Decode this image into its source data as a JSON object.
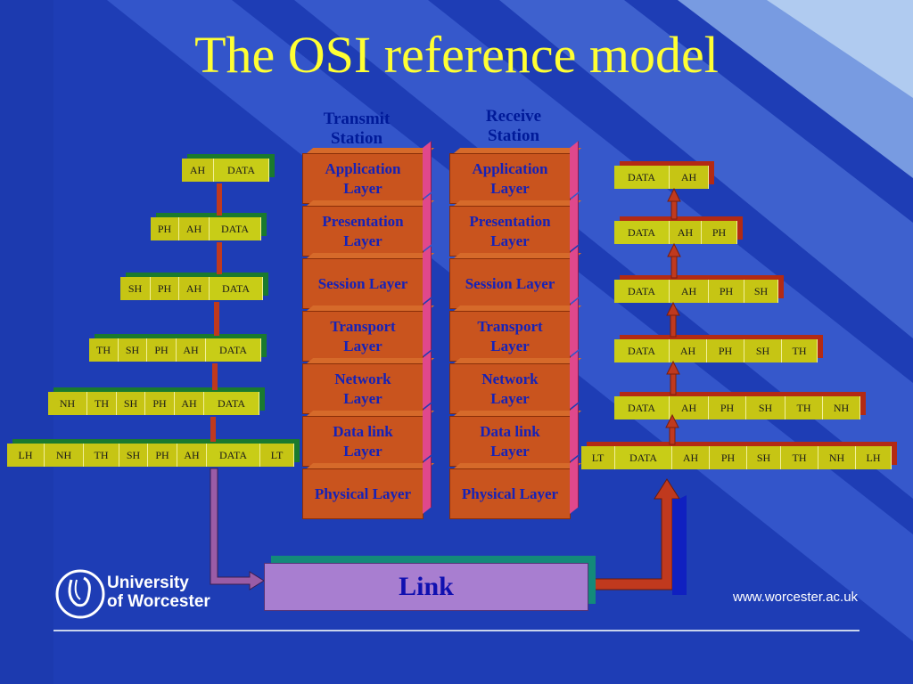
{
  "title": "The OSI reference model",
  "transmit_station": {
    "label": "Transmit Station"
  },
  "receive_station": {
    "label": "Receive Station"
  },
  "layers": [
    "Application Layer",
    "Presentation Layer",
    "Session Layer",
    "Transport Layer",
    "Network Layer",
    "Data link Layer",
    "Physical Layer"
  ],
  "transmit_headers": [
    [
      "AH",
      "DATA"
    ],
    [
      "PH",
      "AH",
      "DATA"
    ],
    [
      "SH",
      "PH",
      "AH",
      "DATA"
    ],
    [
      "TH",
      "SH",
      "PH",
      "AH",
      "DATA"
    ],
    [
      "NH",
      "TH",
      "SH",
      "PH",
      "AH",
      "DATA"
    ],
    [
      "LH",
      "NH",
      "TH",
      "SH",
      "PH",
      "AH",
      "DATA",
      "LT"
    ]
  ],
  "receive_headers": [
    [
      "DATA",
      "AH"
    ],
    [
      "DATA",
      "AH",
      "PH"
    ],
    [
      "DATA",
      "AH",
      "PH",
      "SH"
    ],
    [
      "DATA",
      "AH",
      "PH",
      "SH",
      "TH"
    ],
    [
      "DATA",
      "AH",
      "PH",
      "SH",
      "TH",
      "NH"
    ],
    [
      "LT",
      "DATA",
      "AH",
      "PH",
      "SH",
      "TH",
      "NH",
      "LH"
    ]
  ],
  "link": {
    "label": "Link"
  },
  "logo": {
    "line1": "University",
    "line2": "of Worcester"
  },
  "website": "www.worcester.ac.uk",
  "colors": {
    "title": "#ffff33",
    "layer_fill": "#c9541e",
    "layer_text": "#1522b8",
    "header_cell": "#c6c514",
    "link_fill": "#a87ed0",
    "background": "#1f3fb4"
  }
}
